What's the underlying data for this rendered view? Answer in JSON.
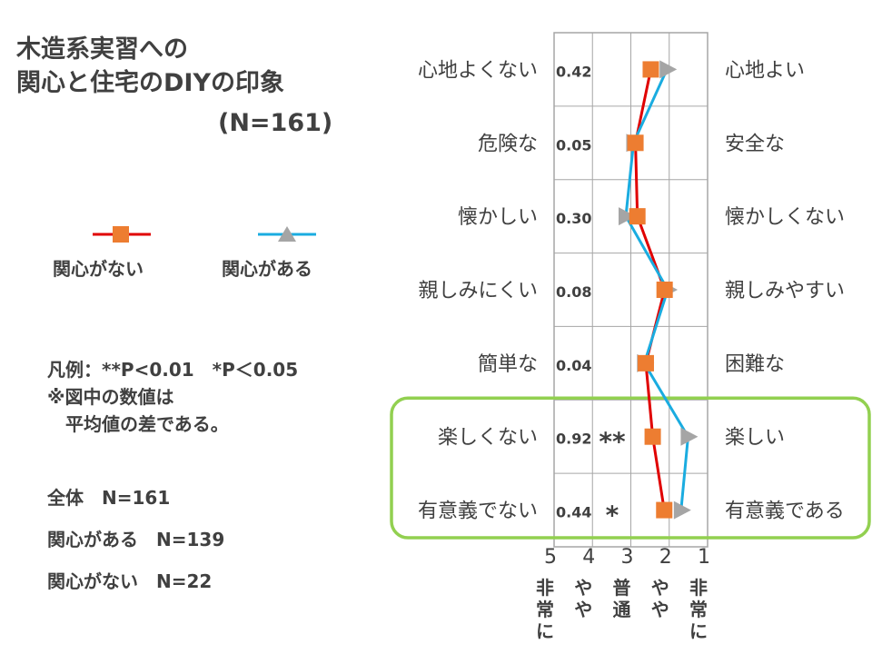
{
  "title_line1": "木造系実習への",
  "title_line2": "関心と住宅のDIYの印象",
  "title_n": "(N=161)",
  "legend": [
    {
      "label": "関心がない",
      "color": "#E00000",
      "marker": "square",
      "marker_color": "#ED7D31"
    },
    {
      "label": "関心がある",
      "color": "#1AACE0",
      "marker": "triangle",
      "marker_color": "#A5A5A5"
    }
  ],
  "note_line1": "凡例：**P<0.01　*P＜0.05",
  "note_line2": "※図中の数値は",
  "note_line3": "　平均値の差である。",
  "counts": {
    "total": "全体　N=161",
    "interested": "関心がある　N=139",
    "not_interested": "関心がない　N=22"
  },
  "chart_data": {
    "type": "line",
    "orientation": "semantic-differential (horizontal value axis, vertical items)",
    "xlim": [
      5,
      1
    ],
    "x_ticks": [
      5,
      4,
      3,
      2,
      1
    ],
    "x_tick_labels": [
      "非常に",
      "やや",
      "普通",
      "やや",
      "非常に"
    ],
    "grid": true,
    "items": [
      {
        "left": "心地よくない",
        "right": "心地よい",
        "diff": "0.42",
        "sig": ""
      },
      {
        "left": "危険な",
        "right": "安全な",
        "diff": "0.05",
        "sig": ""
      },
      {
        "left": "懐かしい",
        "right": "懐かしくない",
        "diff": "0.30",
        "sig": ""
      },
      {
        "left": "親しみにくい",
        "right": "親しみやすい",
        "diff": "0.08",
        "sig": ""
      },
      {
        "left": "簡単な",
        "right": "困難な",
        "diff": "0.04",
        "sig": ""
      },
      {
        "left": "楽しくない",
        "right": "楽しい",
        "diff": "0.92",
        "sig": "**"
      },
      {
        "left": "有意義でない",
        "right": "有意義である",
        "diff": "0.44",
        "sig": "*"
      }
    ],
    "series": [
      {
        "name": "関心がない",
        "color": "#E00000",
        "marker": "square",
        "marker_color": "#ED7D31",
        "values": [
          2.48,
          2.88,
          2.83,
          2.12,
          2.61,
          2.43,
          2.13
        ]
      },
      {
        "name": "関心がある",
        "color": "#1AACE0",
        "marker": "triangle",
        "marker_color": "#A5A5A5",
        "values": [
          2.06,
          2.93,
          3.13,
          2.04,
          2.65,
          1.51,
          1.69
        ]
      }
    ],
    "highlight_items": [
      5,
      6
    ],
    "highlight_color": "#92D050"
  }
}
